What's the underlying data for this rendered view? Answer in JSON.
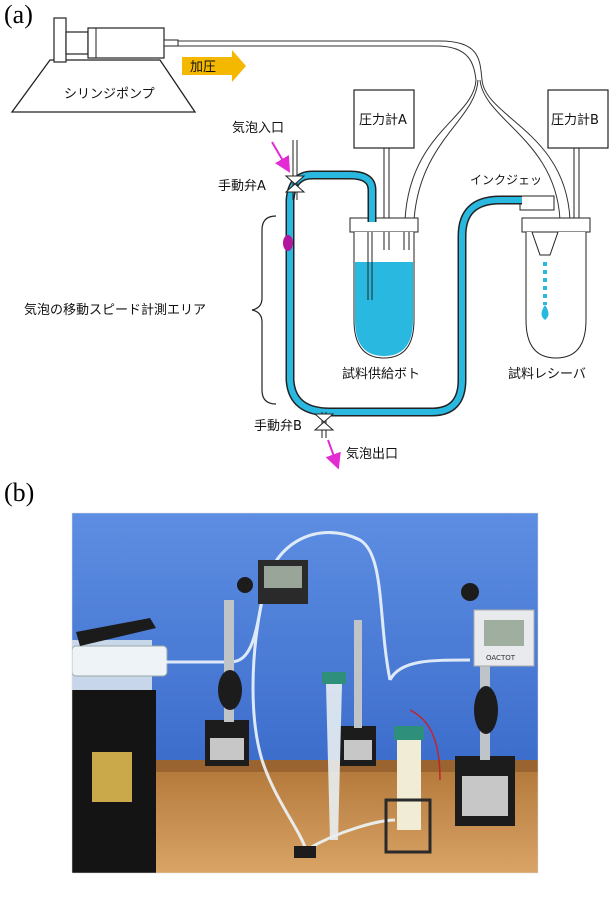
{
  "panel_a": {
    "label": "(a)",
    "syringe_pump": "シリンジポンプ",
    "pressurize": "加圧",
    "gauge_a": "圧力計A",
    "gauge_b": "圧力計B",
    "bubble_inlet": "気泡入口",
    "valve_a": "手動弁A",
    "inkjet": "インクジェッ",
    "measure_area": "気泡の移動スピード計測エリア",
    "supply_bottle": "試料供給ボト",
    "receiver": "試料レシーバ",
    "valve_b": "手動弁B",
    "bubble_outlet": "気泡出口"
  },
  "panel_b": {
    "label": "(b)",
    "gauge_display": "OACTOT"
  },
  "colors": {
    "fluid": "#29b9e0",
    "arrow": "#e22bd2",
    "pressure_arrow": "#f5b800",
    "bubble": "#b0169e",
    "photo_wall": "#3d74d6",
    "photo_table": "#c89455"
  }
}
